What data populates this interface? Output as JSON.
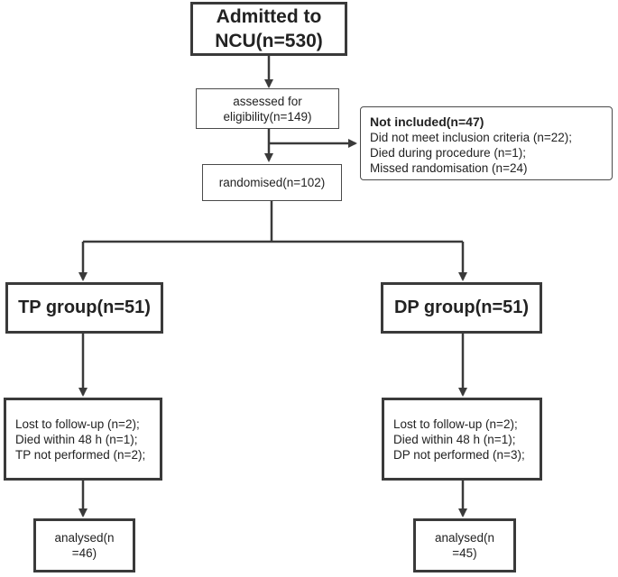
{
  "admitted": {
    "line1": "Admitted to",
    "line2": "NCU(n=530)"
  },
  "assessed": {
    "line1": "assessed for",
    "line2": "eligibility(n=149)"
  },
  "not_included": {
    "title": "Not included(n=47)",
    "items": [
      "Did not meet inclusion criteria (n=22);",
      "Died during procedure (n=1);",
      "Missed randomisation (n=24)"
    ]
  },
  "randomised": {
    "label": "randomised(n=102)"
  },
  "tp_group": {
    "label": "TP group(n=51)",
    "exclusions": [
      "Lost to follow-up (n=2);",
      "Died within 48 h (n=1);",
      "TP not performed (n=2);"
    ],
    "analysed": {
      "line1": "analysed(n",
      "line2": "=46)"
    }
  },
  "dp_group": {
    "label": "DP group(n=51)",
    "exclusions": [
      "Lost to follow-up (n=2);",
      "Died within 48 h (n=1);",
      "DP not performed (n=3);"
    ],
    "analysed": {
      "line1": "analysed(n",
      "line2": "=45)"
    }
  },
  "colors": {
    "line": "#3a3a3a",
    "border": "#3a3a3a"
  }
}
